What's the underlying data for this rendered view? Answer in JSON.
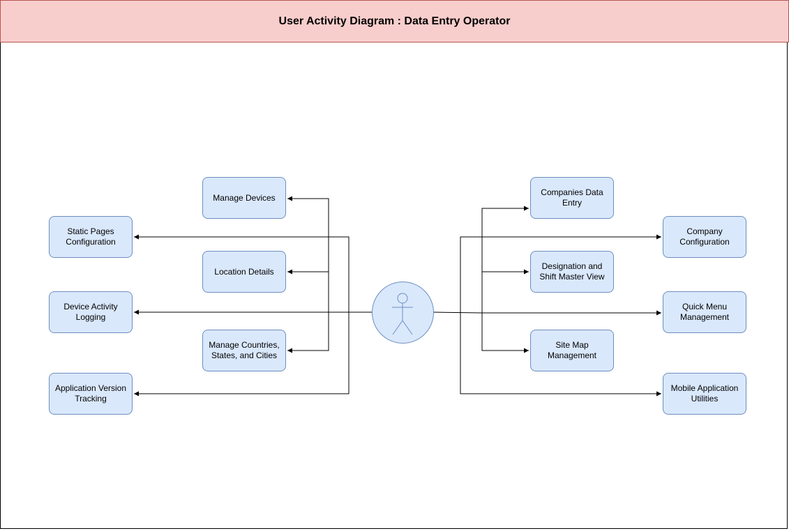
{
  "header": {
    "title": "User Activity Diagram : Data Entry Operator"
  },
  "colors": {
    "header_fill": "#f8cecc",
    "header_border": "#b85450",
    "node_fill": "#dae8fc",
    "node_border": "#6c8ebf",
    "edge": "#000000"
  },
  "actor": {
    "icon": "stick-figure-icon"
  },
  "nodes": {
    "manage_devices": "Manage Devices",
    "location_details": "Location Details",
    "manage_countries": "Manage Countries, States, and Cities",
    "static_pages": "Static Pages Configuration",
    "device_activity": "Device Activity Logging",
    "app_version": "Application Version Tracking",
    "companies_data_entry": "Companies Data Entry",
    "designation_shift": "Designation and Shift Master View",
    "site_map": "Site Map Management",
    "company_config": "Company Configuration",
    "quick_menu": "Quick Menu Management",
    "mobile_utils": "Mobile Application Utilities"
  }
}
